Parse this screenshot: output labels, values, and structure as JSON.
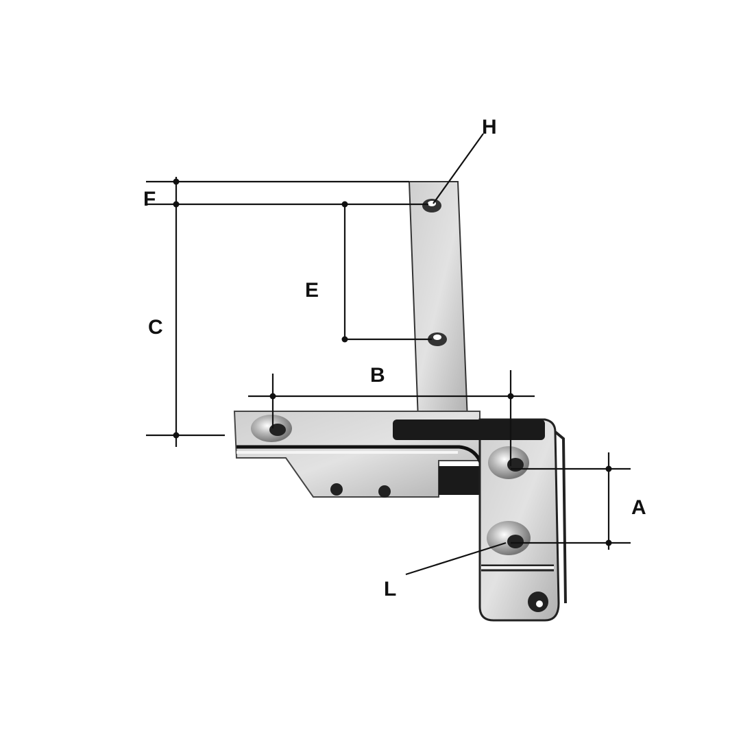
{
  "diagram": {
    "labels": {
      "H": "H",
      "F": "F",
      "E": "E",
      "C": "C",
      "B": "B",
      "A": "A",
      "L": "L"
    },
    "colors": {
      "metal_light": "#d6d6d6",
      "metal_mid": "#b5b5b5",
      "dark": "#1a1a1a",
      "line": "#111111"
    }
  }
}
